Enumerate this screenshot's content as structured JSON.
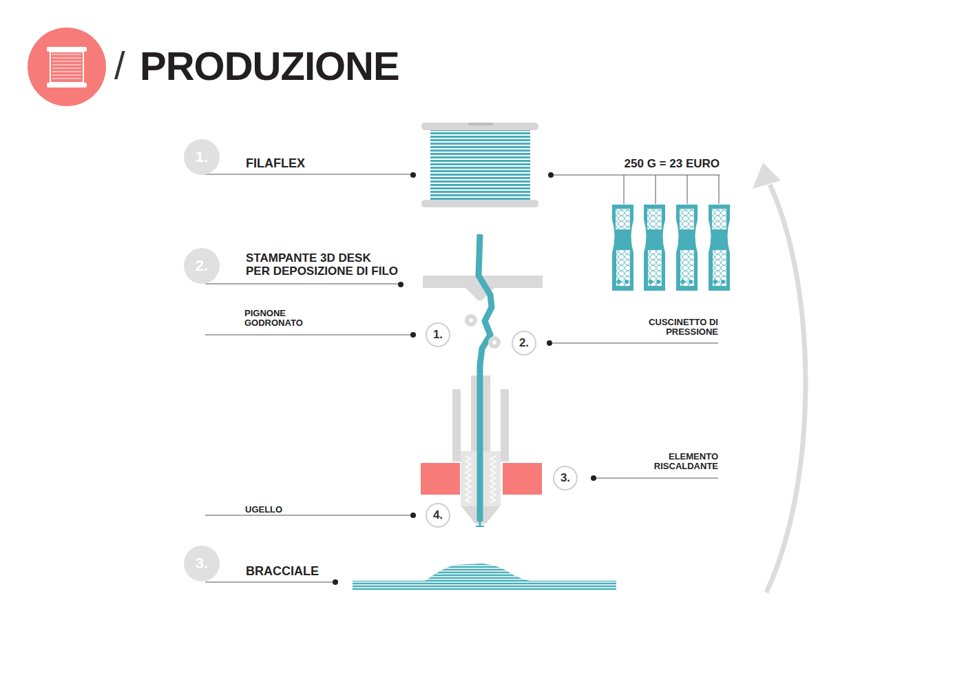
{
  "diagram": {
    "title": "PRODUZIONE",
    "nodes": [
      {
        "text": [
          "1."
        ]
      },
      {
        "text": [
          "2."
        ]
      },
      {
        "text": [
          "1."
        ]
      },
      {
        "text": [
          "2."
        ]
      },
      {
        "text": [
          "3."
        ]
      },
      {
        "text": [
          "4."
        ]
      },
      {
        "text": [
          "3."
        ]
      }
    ],
    "labels": [
      "/",
      "FILAFLEX",
      "250 G = 23 EURO",
      "STAMPANTE 3D DESK PER DEPOSIZIONE DI FILO",
      "PIGNONE GODRONATO",
      "CUSCINETTO DI PRESSIONE",
      "ELEMENTO RISCALDANTE",
      "UGELLO",
      "BRACCIALE"
    ]
  }
}
